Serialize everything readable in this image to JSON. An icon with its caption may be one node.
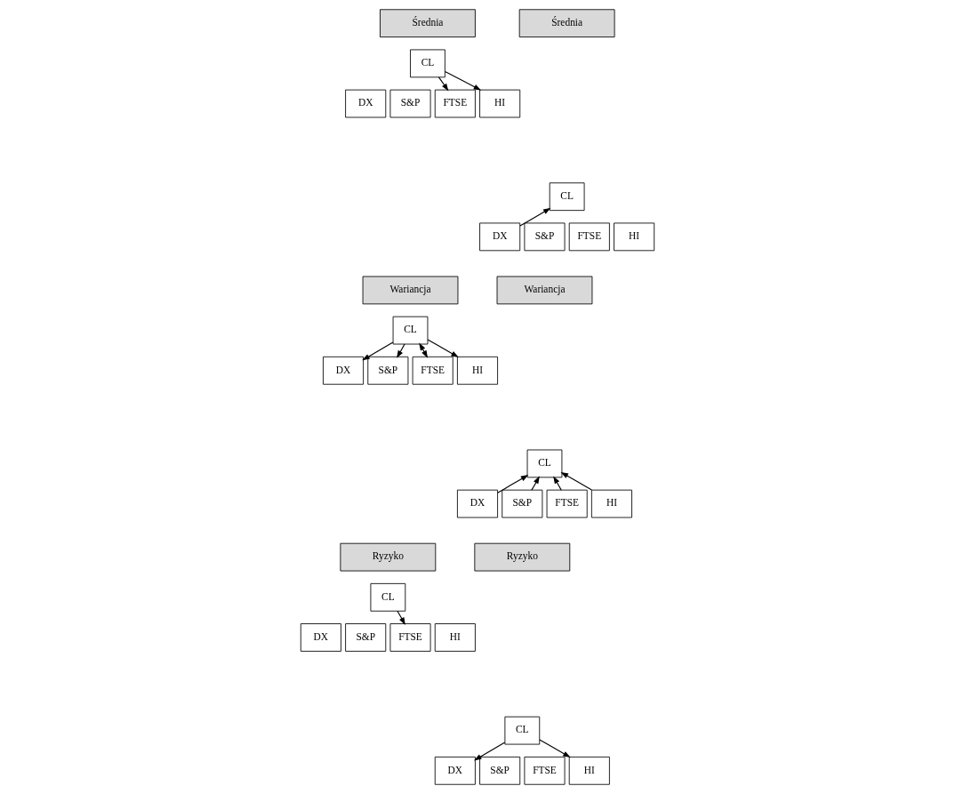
{
  "diagram": {
    "nodes": [
      {
        "text": [
          "Średnia"
        ]
      },
      {
        "text": [
          "CL"
        ]
      },
      {
        "text": [
          "DX"
        ]
      },
      {
        "text": [
          "S&P"
        ]
      },
      {
        "text": [
          "FTSE"
        ]
      },
      {
        "text": [
          "HI"
        ]
      },
      {
        "text": [
          "Średnia"
        ]
      },
      {
        "text": [
          "CL"
        ]
      },
      {
        "text": [
          "DX"
        ]
      },
      {
        "text": [
          "S&P"
        ]
      },
      {
        "text": [
          "FTSE"
        ]
      },
      {
        "text": [
          "HI"
        ]
      },
      {
        "text": [
          "Wariancja"
        ]
      },
      {
        "text": [
          "CL"
        ]
      },
      {
        "text": [
          "DX"
        ]
      },
      {
        "text": [
          "S&P"
        ]
      },
      {
        "text": [
          "FTSE"
        ]
      },
      {
        "text": [
          "HI"
        ]
      },
      {
        "text": [
          "Wariancja"
        ]
      },
      {
        "text": [
          "CL"
        ]
      },
      {
        "text": [
          "DX"
        ]
      },
      {
        "text": [
          "S&P"
        ]
      },
      {
        "text": [
          "FTSE"
        ]
      },
      {
        "text": [
          "HI"
        ]
      },
      {
        "text": [
          "Ryzyko"
        ]
      },
      {
        "text": [
          "CL"
        ]
      },
      {
        "text": [
          "DX"
        ]
      },
      {
        "text": [
          "S&P"
        ]
      },
      {
        "text": [
          "FTSE"
        ]
      },
      {
        "text": [
          "HI"
        ]
      },
      {
        "text": [
          "Ryzyko"
        ]
      },
      {
        "text": [
          "CL"
        ]
      },
      {
        "text": [
          "DX"
        ]
      },
      {
        "text": [
          "S&P"
        ]
      },
      {
        "text": [
          "FTSE"
        ]
      },
      {
        "text": [
          "HI"
        ]
      }
    ],
    "edges": [
      {
        "from": 1,
        "to": 4,
        "arrow": "to"
      },
      {
        "from": 1,
        "to": 5,
        "arrow": "to"
      },
      {
        "from": 8,
        "to": 7,
        "arrow": "to"
      },
      {
        "from": 13,
        "to": 14,
        "arrow": "to"
      },
      {
        "from": 13,
        "to": 15,
        "arrow": "to"
      },
      {
        "from": 13,
        "to": 16,
        "arrow": "both"
      },
      {
        "from": 13,
        "to": 17,
        "arrow": "to"
      },
      {
        "from": 20,
        "to": 19,
        "arrow": "to"
      },
      {
        "from": 21,
        "to": 19,
        "arrow": "to"
      },
      {
        "from": 22,
        "to": 19,
        "arrow": "to"
      },
      {
        "from": 23,
        "to": 19,
        "arrow": "to"
      },
      {
        "from": 25,
        "to": 28,
        "arrow": "to"
      },
      {
        "from": 31,
        "to": 32,
        "arrow": "to"
      },
      {
        "from": 31,
        "to": 35,
        "arrow": "to"
      }
    ]
  }
}
